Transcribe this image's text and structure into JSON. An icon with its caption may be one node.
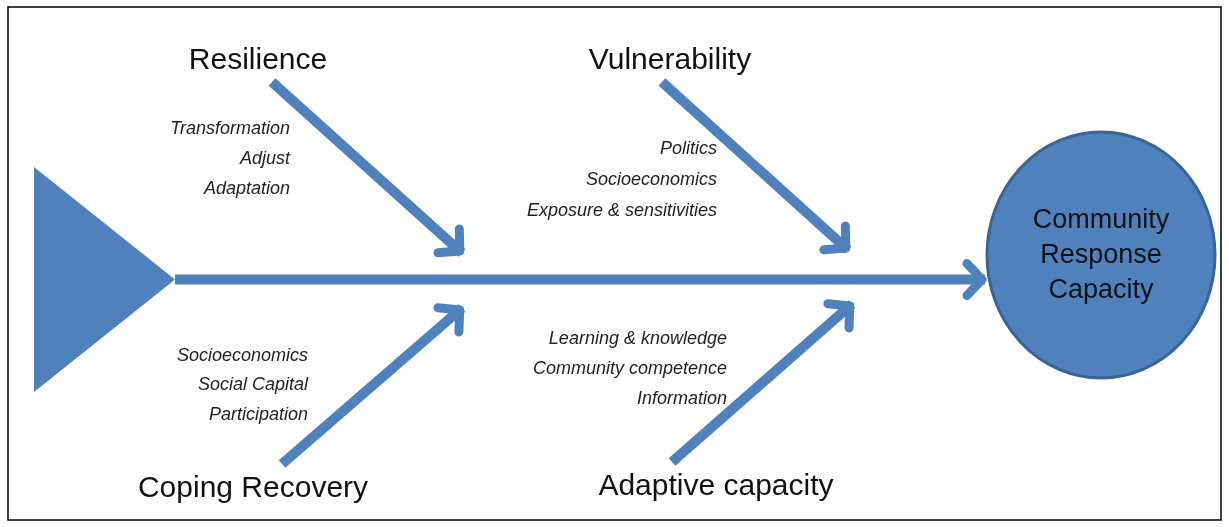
{
  "diagram": {
    "nodes": [
      {
        "text": [],
        "shape": "triangle"
      },
      {
        "text": [
          "Resilience"
        ]
      },
      {
        "text": [
          "Vulnerability"
        ]
      },
      {
        "text": [
          "Coping Recovery"
        ]
      },
      {
        "text": [
          "Adaptive capacity"
        ]
      },
      {
        "text": [
          "Community Response Capacity"
        ]
      }
    ],
    "edges": [
      {
        "from": 0,
        "to": 5,
        "arrow": "to"
      },
      {
        "from": 1,
        "to": null,
        "arrow": "to"
      },
      {
        "from": 2,
        "to": null,
        "arrow": "to"
      },
      {
        "from": 3,
        "to": null,
        "arrow": "to"
      },
      {
        "from": 4,
        "to": null,
        "arrow": "to"
      }
    ],
    "labels": [
      "Transformation",
      "Adjust",
      "Adaptation",
      "Politics",
      "Socioeconomics",
      "Exposure & sensitivities",
      "Socioeconomics",
      "Social Capital",
      "Participation",
      "Learning & knowledge",
      "Community competence",
      "Information"
    ]
  }
}
